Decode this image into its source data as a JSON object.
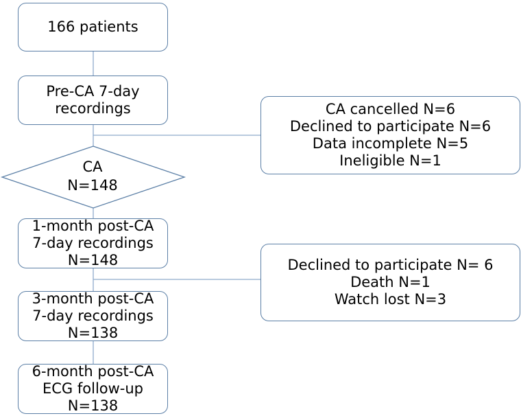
{
  "flowchart": {
    "start": {
      "lines": [
        "166 patients"
      ]
    },
    "pre_ca": {
      "lines": [
        "Pre-CA 7-day",
        "recordings"
      ]
    },
    "ca": {
      "lines": [
        "CA",
        "N=148"
      ]
    },
    "month1": {
      "lines": [
        "1-month post-CA",
        "7-day recordings",
        "N=148"
      ]
    },
    "month3": {
      "lines": [
        "3-month post-CA",
        "7-day recordings",
        "N=138"
      ]
    },
    "month6": {
      "lines": [
        "6-month post-CA",
        "ECG follow-up",
        "N=138"
      ]
    },
    "exclusion1": {
      "lines": [
        "CA cancelled N=6",
        "Declined to participate N=6",
        "Data incomplete N=5",
        "Ineligible N=1"
      ]
    },
    "exclusion2": {
      "lines": [
        "Declined to participate N= 6",
        "Death N=1",
        "Watch lost N=3"
      ]
    }
  },
  "colors": {
    "border": "#5b7fa6",
    "connector": "#8eaacb",
    "text": "#000000",
    "background": "#ffffff"
  }
}
